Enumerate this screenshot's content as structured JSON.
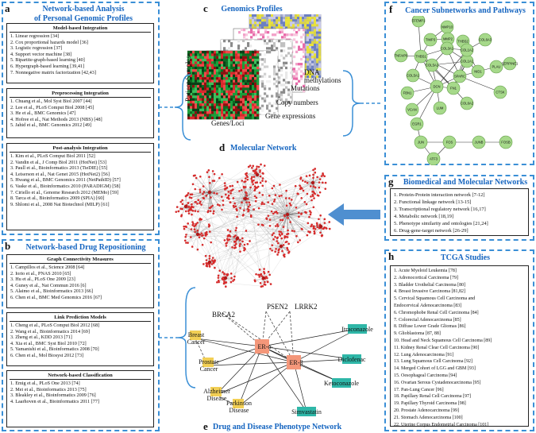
{
  "colors": {
    "accent": "#1565c0",
    "dash": "#3a8fd6",
    "node_red": "#d62b2b",
    "node_green": "#a6d98a",
    "node_yellow": "#f2cf55",
    "node_salmon": "#f4977a",
    "node_teal": "#2fb7a8",
    "arrow": "#4f8fd0"
  },
  "panel_a": {
    "letter": "a",
    "title_line1": "Network-based Analysis",
    "title_line2": "of Personal Genomic Profiles",
    "groups": [
      {
        "title": "Model-based Integration",
        "items": [
          "1.  Linear regression [34]",
          "2.  Cox proportional hazards model [36]",
          "3.  Logistic regression [37]",
          "4.  Support vector machine [38]",
          "5.  Bipartite-graph-based learning [40]",
          "6.  Hypergraph-based learning [39,41]",
          "7.  Nonnegative matrix factorization [42,43]"
        ]
      },
      {
        "title": "Preprocessing Integration",
        "items": [
          "1.  Chuang et al., Mol Syst Biol 2007 [44]",
          "2.  Lee et al., PLoS Comput Biol 2008 [45]",
          "3.  He et al., BMC Genomics [47]",
          "4.  Hofree et al., Nat Methods 2013 (NBS) [48]",
          "5.  Jahid et al., BMC Genomics 2012 [49]"
        ]
      },
      {
        "title": "Post-analysis Integration",
        "items": [
          "1.  Kim et al., PLoS Comput Biol 2011 [52]",
          "2.  Vandin et al., J Comp Biol 2011 (HotNet) [53]",
          "3.  Paull et al., Bioinformatics 2013 (TieDIE) [55]",
          "4.  Leiserson et al., Nat Genet 2015 (HotNet2) [56]",
          "5.  Hwang et al., BMC Genomics 2011 (NetPathID) [57]",
          "6.  Vaske et al., Bioinformatics 2010 (PARADIGM) [58]",
          "7.  Ciriello et al., Genome Research 2012 (MEMo) [59]",
          "8.  Tarca et al., Bioinformatics 2009 (SPIA) [60]",
          "9.  Shlomi et al., 2008 Nat Biotechnol (MILP) [61]"
        ]
      }
    ]
  },
  "panel_b": {
    "letter": "b",
    "title": "Network-based Drug Repositioning",
    "groups": [
      {
        "title": "Graph Connectivity Measures",
        "items": [
          "1.  Campillos et al., Science 2008 [64]",
          "2.  Iorio et al., PNAS 2010 [65]",
          "3.  Hu et al., PLoS One 2009 [23]",
          "4.  Guney et al., Nat Commun 2016 [6]",
          "5.  Alaimo et al., Bioinformatics 2013 [66]",
          "6.  Chen et al., BMC Med Genomics 2016 [67]"
        ]
      },
      {
        "title": "Link Prediction Models",
        "items": [
          "1.  Cheng et al., PLoS Comput Biol 2012 [68]",
          "2.  Wang et al., Bioinformatics 2014 [69]",
          "3.  Zheng et al., KDD 2013 [71]",
          "4.  Xia et al., BMC Syst Biol 2010 [72]",
          "5.  Yamanishi et al., Bioinformatics 2008 [70]",
          "6.  Chen et al., Mol Biosyst 2012 [73]"
        ]
      },
      {
        "title": "Network-based Classification",
        "items": [
          "1.  Emig et al., PLoS One 2013 [74]",
          "2.  Mei et al., Bioinformatics 2013 [75]",
          "3.  Bleakley et al., Bioinformatics 2009 [76]",
          "4.  Laarhoven et al., Bioinformatics 2011 [77]"
        ]
      }
    ]
  },
  "panel_c": {
    "letter": "c",
    "title": "Genomics Profiles",
    "y_label": "Patient Samples",
    "x_label": "Genes/Loci",
    "layers": [
      "DNA methylations",
      "Mutations",
      "Copy numbers",
      "Gene expressions"
    ]
  },
  "panel_d": {
    "letter": "d",
    "title": "Molecular Network",
    "labels": [
      "BRCA2",
      "PSEN2",
      "LRRK2"
    ]
  },
  "panel_e": {
    "letter": "e",
    "title": "Drug and Disease Phenotype Network",
    "diseases": [
      "Breast Cancer",
      "Prostate Cancer",
      "Alzheimer Disease",
      "Parkinson Disease"
    ],
    "receptors": [
      "ER-α",
      "ER-β"
    ],
    "drugs": [
      "Itraconazole",
      "Diclofenac",
      "Ketoconazole",
      "Simvastatin"
    ]
  },
  "panel_f": {
    "letter": "f",
    "title": "Cancer Subnetworks and Pathways",
    "genes": [
      "EFEMP1",
      "NMP10",
      "MMP2",
      "TIMP3",
      "THBS2",
      "COL6A3",
      "TNFAIP6",
      "THBS1",
      "COL3A1",
      "SERPINE1",
      "COL5A2",
      "COL1A1",
      "NID1",
      "PLAU",
      "COL1A2",
      "COL5A1",
      "SPARC",
      "DCN",
      "FN1",
      "CTSK",
      "FBN1",
      "COL6A2",
      "VCAN",
      "LUM",
      "EGR1",
      "JUN",
      "FOS",
      "JUNB",
      "FOSB",
      "ATF3"
    ]
  },
  "panel_g": {
    "letter": "g",
    "title": "Biomedical and Molecular Networks",
    "items": [
      "1.  Protein-Protein interaction network [7-12]",
      "2.  Functional linkage network [13-15]",
      "3.  Transcriptional regulatory network [16,17]",
      "4.  Metabolic network [18,19]",
      "5.  Phenotype similarity and ontologies [21,24]",
      "6.  Drug-gene-target network [26-29]"
    ]
  },
  "panel_h": {
    "letter": "h",
    "title": "TCGA Studies",
    "items": [
      "1. Acute Myeloid Leukemia [78]",
      "2. Adrenocortical Carcinoma [79]",
      "3. Bladder Urothelial Carcinoma [80]",
      "4. Breast Invasive Carcinoma [81,82]",
      "5. Cervical Squamous Cell Carcinoma and",
      "    Endocervical Adenocarcinoma [83]",
      "6. Chromophobe Renal Cell Carcinoma [84]",
      "7. Colorectal Adenocarcinoma [85]",
      "8. Diffuse Lower Grade Gliomas [86]",
      "9. Glioblastoma [87, 88]",
      "10. Head and Neck Squamous Cell Carcinoma [89]",
      "11. Kidney Renal Clear Cell Carcinoma [90]",
      "12. Lung Adenocarcinoma [91]",
      "13. Lung Squamous Cell Carcinoma [92]",
      "14. Merged Cohort of LGG and GBM [93]",
      "15. Oesophageal Carcinoma [94]",
      "16. Ovarian Serous Cystadenocarcinoma [95]",
      "17. Pan-Lung Cancer [96]",
      "18. Papillary Renal Cell Carcinoma [97]",
      "19. Papillary Thyroid Carcinoma [98]",
      "20. Prostate Adenocarcinoma [99]",
      "21. Stomach Adenocarcinoma [100]",
      "22. Uterine Corpus Endometrial Carcinoma [101]"
    ]
  }
}
